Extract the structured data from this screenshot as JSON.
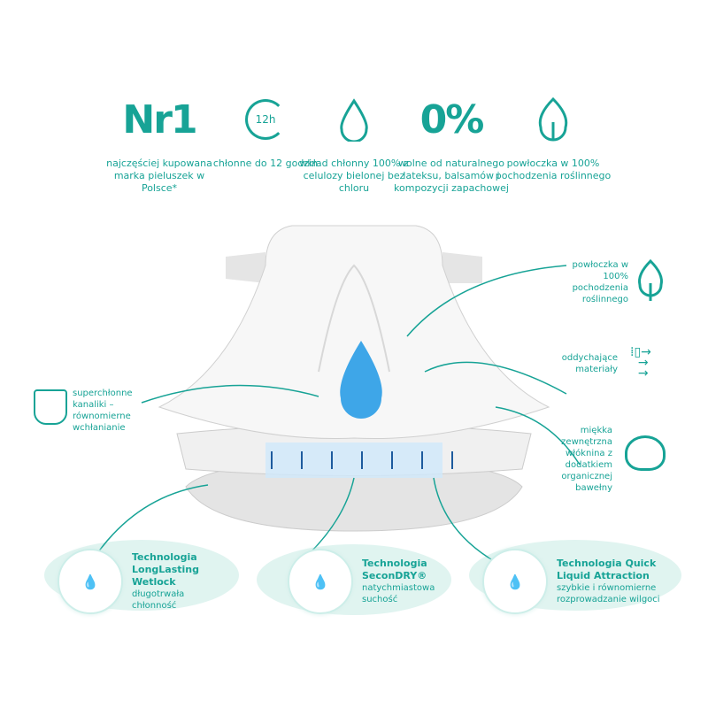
{
  "colors": {
    "accent": "#17a396",
    "drop": "#3ea6e8"
  },
  "features": [
    {
      "icon": "nr1-icon",
      "badge": "Nr1",
      "text": "najczęściej kupowana marka pieluszek w Polsce*"
    },
    {
      "icon": "moon-12h-icon",
      "badge": "12h",
      "text": "chłonne do 12 godzin"
    },
    {
      "icon": "drop-icon",
      "badge": "",
      "text": "wkład chłonny 100% z celulozy bielonej bez chloru"
    },
    {
      "icon": "zero-percent-icon",
      "badge": "0%",
      "text": "wolne od naturalnego lateksu, balsamów i kompozycji zapachowej"
    },
    {
      "icon": "leaf-icon",
      "badge": "",
      "text": "powłoczka w 100% pochodzenia roślinnego"
    }
  ],
  "callouts": {
    "left": "superchłonne kanaliki – równomierne wchłanianie",
    "coating": "powłoczka w 100% pochodzenia roślinnego",
    "breathable": "oddychające materiały",
    "cotton": "miękka zewnętrzna włóknina z dodatkiem organicznej bawełny"
  },
  "technologies": [
    {
      "title": "Technologia LongLasting Wetlock",
      "sub": "długotrwała chłonność"
    },
    {
      "title": "Technologia SeconDRY®",
      "sub": "natychmiastowa suchość"
    },
    {
      "title": "Technologia Quick Liquid Attraction",
      "sub": "szybkie i równomierne rozprowadzanie wilgoci"
    }
  ]
}
